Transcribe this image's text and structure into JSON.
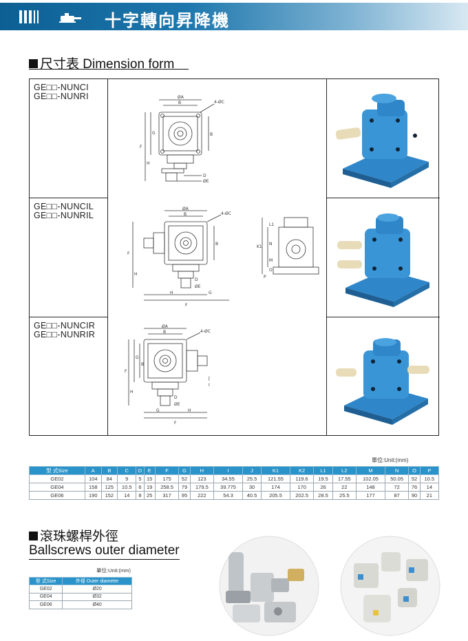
{
  "header": {
    "title": "十字轉向昇降機"
  },
  "dimension_section": {
    "title": "尺寸表 Dimension form"
  },
  "models": [
    {
      "line1": "GE□□-NUNCI",
      "line2": "GE□□-NUNRI"
    },
    {
      "line1": "GE□□-NUNCIL",
      "line2": "GE□□-NUNRIL"
    },
    {
      "line1": "GE□□-NUNCIR",
      "line2": "GE□□-NUNRIR"
    }
  ],
  "drawing_labels": {
    "a": "ØA",
    "b": "B",
    "c": "4-ØC",
    "d": "D",
    "e": "ØE",
    "f": "F",
    "g": "G",
    "h": "H",
    "i": "I",
    "j": "J",
    "k1": "K1",
    "l1": "L1",
    "m": "M",
    "n": "N",
    "o": "O",
    "p": "P"
  },
  "dimension_table": {
    "unit": "單位:Unit:(mm)",
    "headers": [
      "型 式Size",
      "A",
      "B",
      "C",
      "D",
      "E",
      "F",
      "G",
      "H",
      "I",
      "J",
      "K1",
      "K2",
      "L1",
      "L2",
      "M",
      "N",
      "O",
      "P"
    ],
    "rows": [
      [
        "GE02",
        "104",
        "84",
        "9",
        "5",
        "15",
        "175",
        "52",
        "123",
        "34.55",
        "25.5",
        "121.55",
        "119.6",
        "19.5",
        "17.55",
        "102.05",
        "50.05",
        "52",
        "10.5"
      ],
      [
        "GE04",
        "158",
        "125",
        "10.5",
        "6",
        "19",
        "258.5",
        "79",
        "179.5",
        "39.775",
        "30",
        "174",
        "170",
        "26",
        "22",
        "148",
        "72",
        "76",
        "14"
      ],
      [
        "GE06",
        "190",
        "152",
        "14",
        "8",
        "25",
        "317",
        "95",
        "222",
        "54.3",
        "40.5",
        "205.5",
        "202.5",
        "28.5",
        "25.5",
        "177",
        "87",
        "90",
        "21"
      ]
    ]
  },
  "ballscrews": {
    "title_cn": "滾珠螺桿外徑",
    "title_en": "Ballscrews outer diameter",
    "unit": "單位:Unit:(mm)",
    "headers": [
      "型 式Size",
      "外徑 Outer diameter"
    ],
    "rows": [
      [
        "GE02",
        "Ø20"
      ],
      [
        "GE04",
        "Ø32"
      ],
      [
        "GE06",
        "Ø40"
      ]
    ]
  },
  "colors": {
    "brand_blue": "#1d77ad",
    "table_header": "#2a93c9",
    "gearbox_blue": "#2f86c9"
  }
}
